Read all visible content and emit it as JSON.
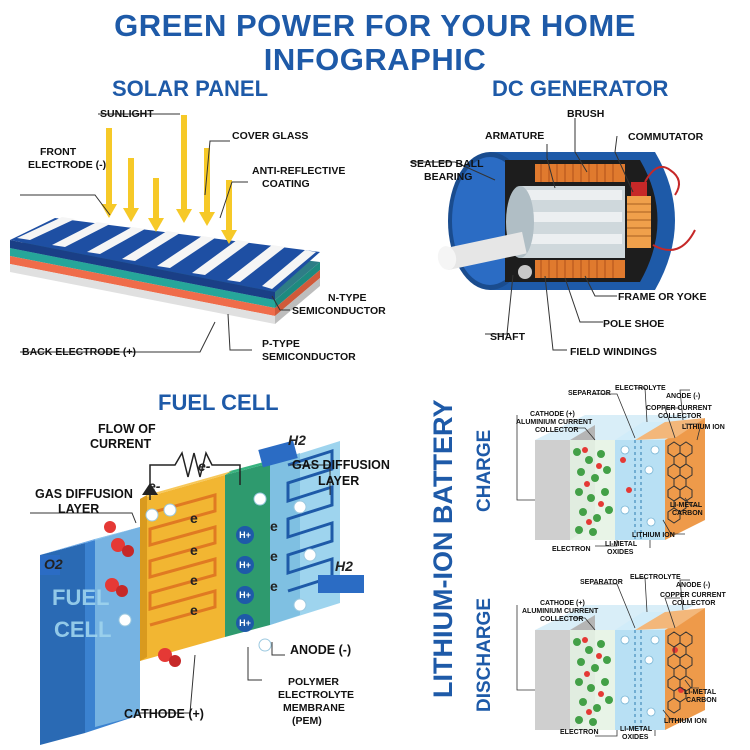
{
  "header": {
    "title_line1": "GREEN POWER FOR YOUR HOME",
    "title_line2": "INFOGRAPHIC"
  },
  "solar": {
    "title": "SOLAR PANEL",
    "labels": {
      "sunlight": "SUNLIGHT",
      "front_electrode_1": "FRONT",
      "front_electrode_2": "ELECTRODE (-)",
      "cover_glass": "COVER GLASS",
      "anti_reflective_1": "ANTI-REFLECTIVE",
      "anti_reflective_2": "COATING",
      "n_type_1": "N-TYPE",
      "n_type_2": "SEMICONDUCTOR",
      "back_electrode": "BACK ELECTRODE (+)",
      "p_type_1": "P-TYPE",
      "p_type_2": "SEMICONDUCTOR"
    }
  },
  "dc": {
    "title": "DC GENERATOR",
    "labels": {
      "armature": "ARMATURE",
      "brush": "BRUSH",
      "commutator": "COMMUTATOR",
      "sealed_ball_1": "SEALED BALL",
      "sealed_ball_2": "BEARING",
      "frame_or_yoke": "FRAME OR YOKE",
      "pole_shoe": "POLE SHOE",
      "shaft": "SHAFT",
      "field_windings": "FIELD WINDINGS"
    }
  },
  "fuel": {
    "title": "FUEL CELL",
    "labels": {
      "flow_1": "FLOW OF",
      "flow_2": "CURRENT",
      "gdl_left_1": "GAS DIFFUSION",
      "gdl_left_2": "LAYER",
      "gdl_right_1": "GAS DIFFUSION",
      "gdl_right_2": "LAYER",
      "anode": "ANODE (-)",
      "pem_1": "POLYMER",
      "pem_2": "ELECTROLYTE",
      "pem_3": "MEMBRANE",
      "pem_4": "(PEM)",
      "cathode": "CATHODE (+)",
      "cell_1": "FUEL",
      "cell_2": "CELL",
      "o2": "O2",
      "h2_top": "H2",
      "h2_right": "H2",
      "e_minus": "e-",
      "e_label": "e",
      "h_plus": "H+"
    }
  },
  "battery": {
    "title": "LITHIUM-ION BATTERY",
    "charge": "CHARGE",
    "discharge": "DISCHARGE",
    "labels": {
      "separator": "SEPARATOR",
      "electrolyte": "ELECTROLYTE",
      "anode": "ANODE (-)",
      "cathode": "CATHODE (+)",
      "al_collector_1": "ALUMINIUM CURRENT",
      "al_collector_2": "COLLECTOR",
      "cu_collector_1": "COPPER CURRENT",
      "cu_collector_2": "COLLECTOR",
      "lithium_ion": "LITHIUM ION",
      "li_metal_carbon_1": "LI-METAL",
      "li_metal_carbon_2": "CARBON",
      "electron": "ELECTRON",
      "li_metal_oxides_1": "LI-METAL",
      "li_metal_oxides_2": "OXIDES"
    }
  },
  "colors": {
    "brand_blue": "#1e5aa8",
    "glass_blue": "#9ed4ee",
    "gold": "#f2b632",
    "orange": "#e8903a",
    "green": "#43a047",
    "red": "#d32f2f"
  }
}
